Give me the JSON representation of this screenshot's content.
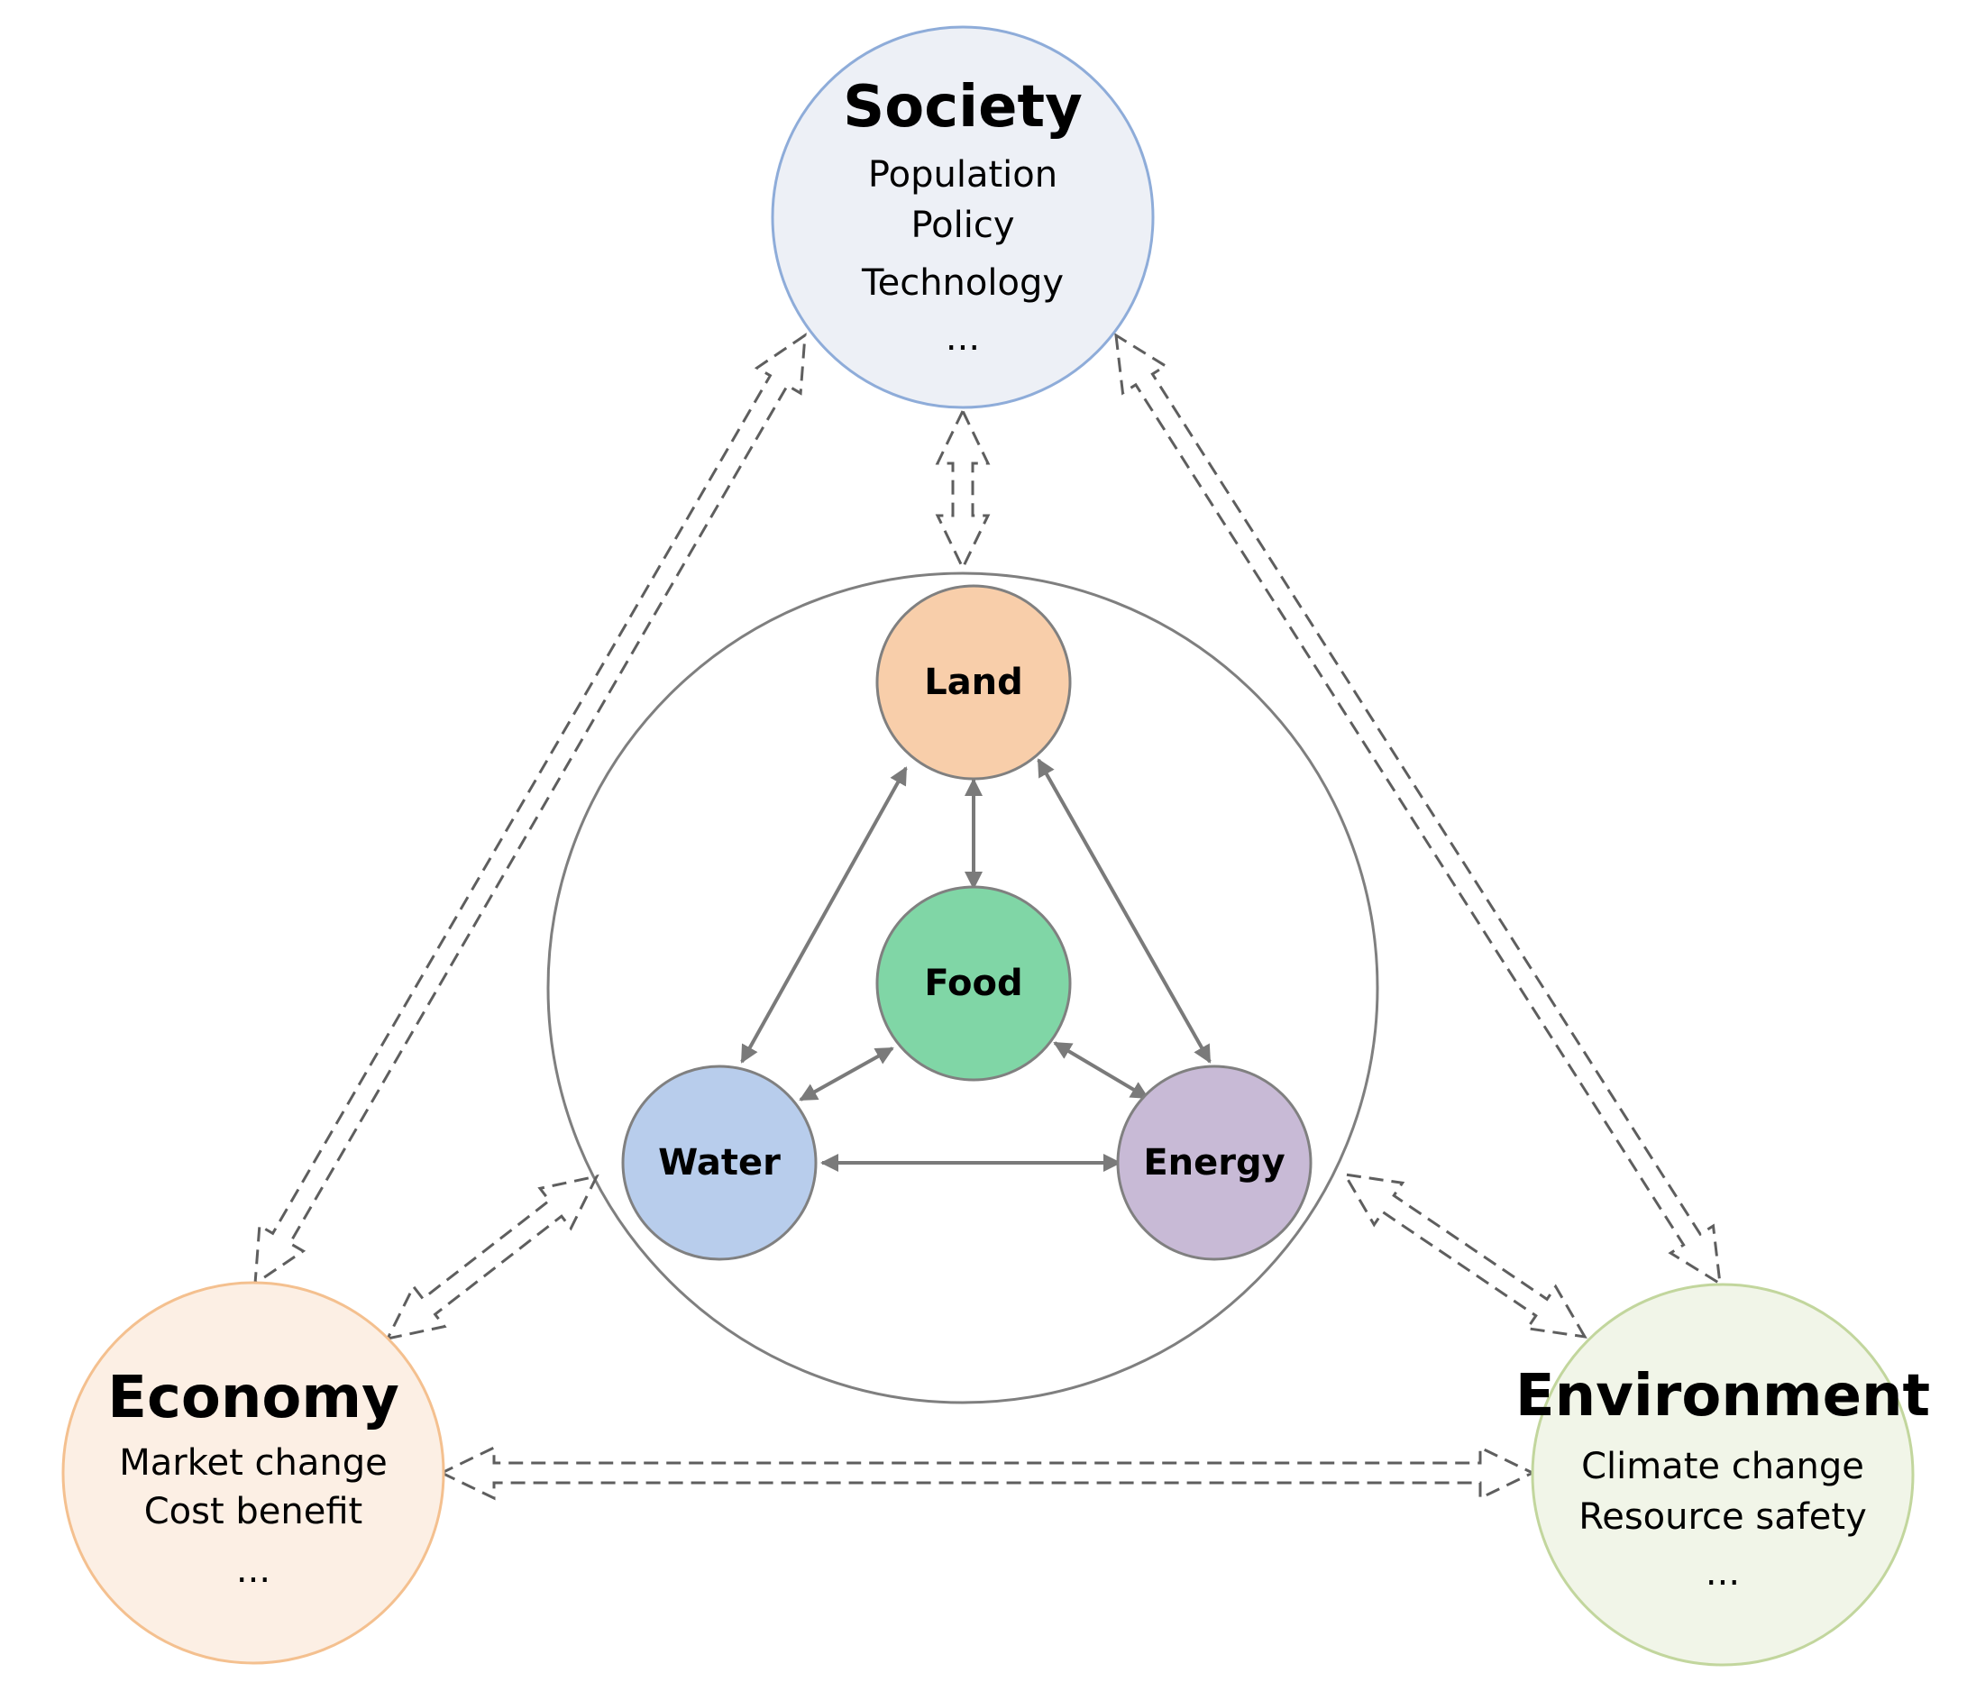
{
  "outer_nodes": {
    "society": {
      "title": "Society",
      "items": [
        "Population",
        "Policy",
        "Technology",
        "..."
      ],
      "fill": "#edf0f6",
      "stroke": "#8eacd9"
    },
    "economy": {
      "title": "Economy",
      "items": [
        "Market change",
        "Cost benefit",
        "..."
      ],
      "fill": "#fcefe4",
      "stroke": "#f4c08f"
    },
    "environment": {
      "title": "Environment",
      "items": [
        "Climate change",
        "Resource safety",
        "..."
      ],
      "fill": "#f1f5e8",
      "stroke": "#c2d69d"
    }
  },
  "nexus": {
    "land": {
      "label": "Land",
      "fill": "#f8ceaa"
    },
    "food": {
      "label": "Food",
      "fill": "#80d6a6"
    },
    "water": {
      "label": "Water",
      "fill": "#b8cdec"
    },
    "energy": {
      "label": "Energy",
      "fill": "#c8bad6"
    }
  },
  "colors": {
    "arrow": "#7a7a7a",
    "node_stroke": "#808080",
    "dashed": "#5e5e5e",
    "nexus_ring": "#7f7f7f"
  }
}
